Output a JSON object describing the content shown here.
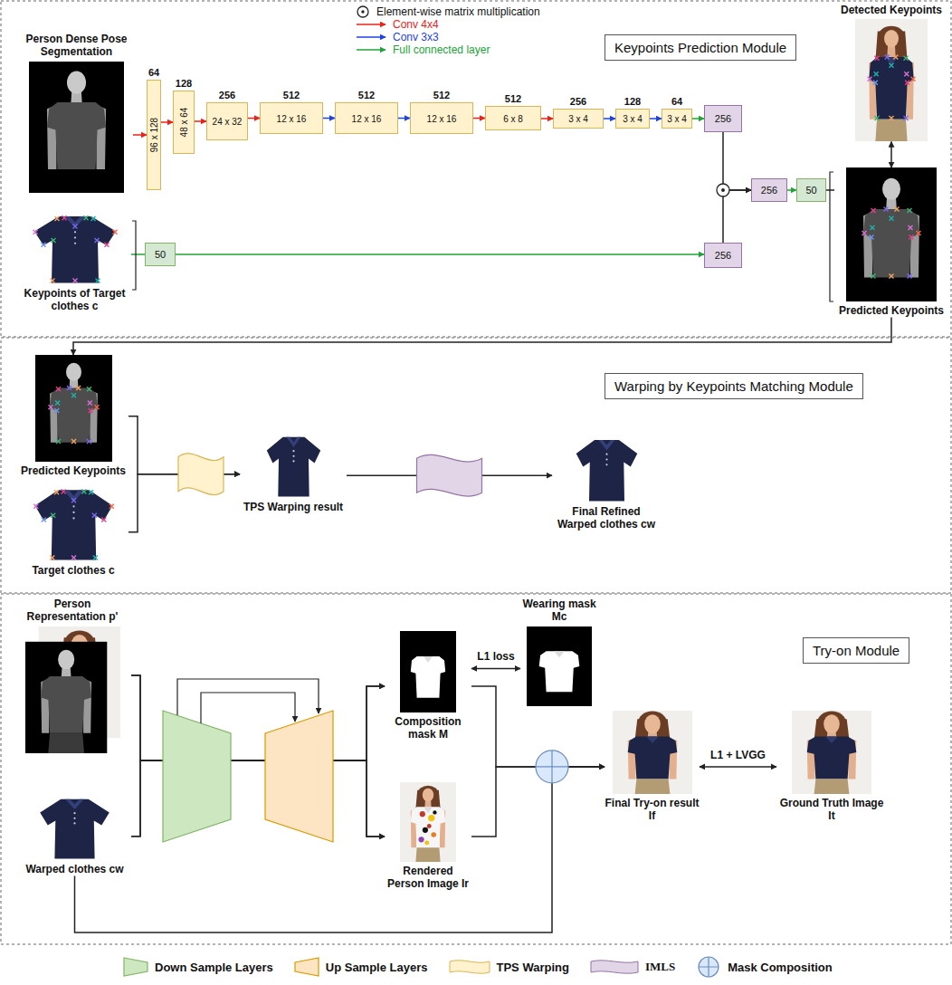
{
  "diagram": {
    "nodes": [
      {
        "text": [
          "Keypoints Prediction Module"
        ]
      },
      {
        "text": [
          "Person Dense Pose Segmentation"
        ]
      },
      {
        "text": [
          "64",
          "96 x 128"
        ]
      },
      {
        "text": [
          "128",
          "48 x 64"
        ]
      },
      {
        "text": [
          "256",
          "24 x 32"
        ]
      },
      {
        "text": [
          "512",
          "12 x 16"
        ]
      },
      {
        "text": [
          "512",
          "12 x 16"
        ]
      },
      {
        "text": [
          "512",
          "12 x 16"
        ]
      },
      {
        "text": [
          "512",
          "6 x 8"
        ]
      },
      {
        "text": [
          "256",
          "3 x 4"
        ]
      },
      {
        "text": [
          "128",
          "3 x 4"
        ]
      },
      {
        "text": [
          "64",
          "3 x 4"
        ]
      },
      {
        "text": [
          "256"
        ]
      },
      {
        "text": [
          "50"
        ]
      },
      {
        "text": [
          "256"
        ]
      },
      {
        "text": [
          "256"
        ]
      },
      {
        "text": [
          "50"
        ]
      },
      {
        "text": [
          "Keypoints of Target clothes c"
        ]
      },
      {
        "text": [
          "Detected Keypoints"
        ]
      },
      {
        "text": [
          "Predicted Keypoints"
        ]
      },
      {
        "text": [
          "Warping by Keypoints Matching Module"
        ]
      },
      {
        "text": [
          "Predicted Keypoints"
        ]
      },
      {
        "text": [
          "Target clothes c"
        ]
      },
      {
        "text": [
          "TPS Warping result"
        ]
      },
      {
        "text": [
          "Final Refined Warped clothes cw"
        ]
      },
      {
        "text": [
          "Try-on Module"
        ]
      },
      {
        "text": [
          "Person Representation p'"
        ]
      },
      {
        "text": [
          "Warped clothes cw"
        ]
      },
      {
        "text": [
          "Composition mask M"
        ]
      },
      {
        "text": [
          "Wearing mask Mc"
        ]
      },
      {
        "text": [
          "Rendered Person Image Ir"
        ]
      },
      {
        "text": [
          "Final Try-on result If"
        ]
      },
      {
        "text": [
          "Ground Truth Image It"
        ]
      }
    ],
    "edges": [
      {
        "from": 1,
        "to": 2,
        "arrow": "to"
      },
      {
        "from": 2,
        "to": 3,
        "arrow": "to"
      },
      {
        "from": 3,
        "to": 4,
        "arrow": "to"
      },
      {
        "from": 4,
        "to": 5,
        "arrow": "to"
      },
      {
        "from": 5,
        "to": 6,
        "arrow": "to"
      },
      {
        "from": 6,
        "to": 7,
        "arrow": "to"
      },
      {
        "from": 7,
        "to": 8,
        "arrow": "to"
      },
      {
        "from": 8,
        "to": 9,
        "arrow": "to"
      },
      {
        "from": 9,
        "to": 10,
        "arrow": "to"
      },
      {
        "from": 10,
        "to": 11,
        "arrow": "to"
      },
      {
        "from": 11,
        "to": 12,
        "arrow": "to"
      },
      {
        "from": 17,
        "to": 13,
        "arrow": "none"
      },
      {
        "from": 13,
        "to": 14,
        "arrow": "to"
      },
      {
        "from": 12,
        "to": 15,
        "arrow": "to"
      },
      {
        "from": 14,
        "to": 15,
        "arrow": "to"
      },
      {
        "from": 15,
        "to": 16,
        "arrow": "to"
      },
      {
        "from": 16,
        "to": 19,
        "arrow": "none"
      },
      {
        "from": 18,
        "to": 19,
        "arrow": "both"
      },
      {
        "from": 19,
        "to": 21,
        "arrow": "to"
      },
      {
        "from": 21,
        "to": 23,
        "arrow": "to"
      },
      {
        "from": 22,
        "to": 23,
        "arrow": "to"
      },
      {
        "from": 23,
        "to": 24,
        "arrow": "to"
      },
      {
        "from": 26,
        "to": 28,
        "arrow": "to"
      },
      {
        "from": 26,
        "to": 30,
        "arrow": "to"
      },
      {
        "from": 27,
        "to": 28,
        "arrow": "to"
      },
      {
        "from": 27,
        "to": 30,
        "arrow": "to"
      },
      {
        "from": 28,
        "to": 29,
        "label": "L1 loss",
        "arrow": "both"
      },
      {
        "from": 28,
        "to": 31,
        "arrow": "to"
      },
      {
        "from": 30,
        "to": 31,
        "arrow": "to"
      },
      {
        "from": 27,
        "to": 31,
        "arrow": "to"
      },
      {
        "from": 31,
        "to": 32,
        "label": "L1 + LVGG",
        "arrow": "both"
      }
    ],
    "legend": [
      {
        "text": "Element-wise matrix multiplication"
      },
      {
        "text": "Conv 4x4"
      },
      {
        "text": "Conv 3x3"
      },
      {
        "text": "Full connected layer"
      },
      {
        "text": "Down Sample Layers"
      },
      {
        "text": "Up Sample Layers"
      },
      {
        "text": "TPS Warping"
      },
      {
        "text": "IMLS"
      },
      {
        "text": "Mask Composition"
      }
    ]
  }
}
